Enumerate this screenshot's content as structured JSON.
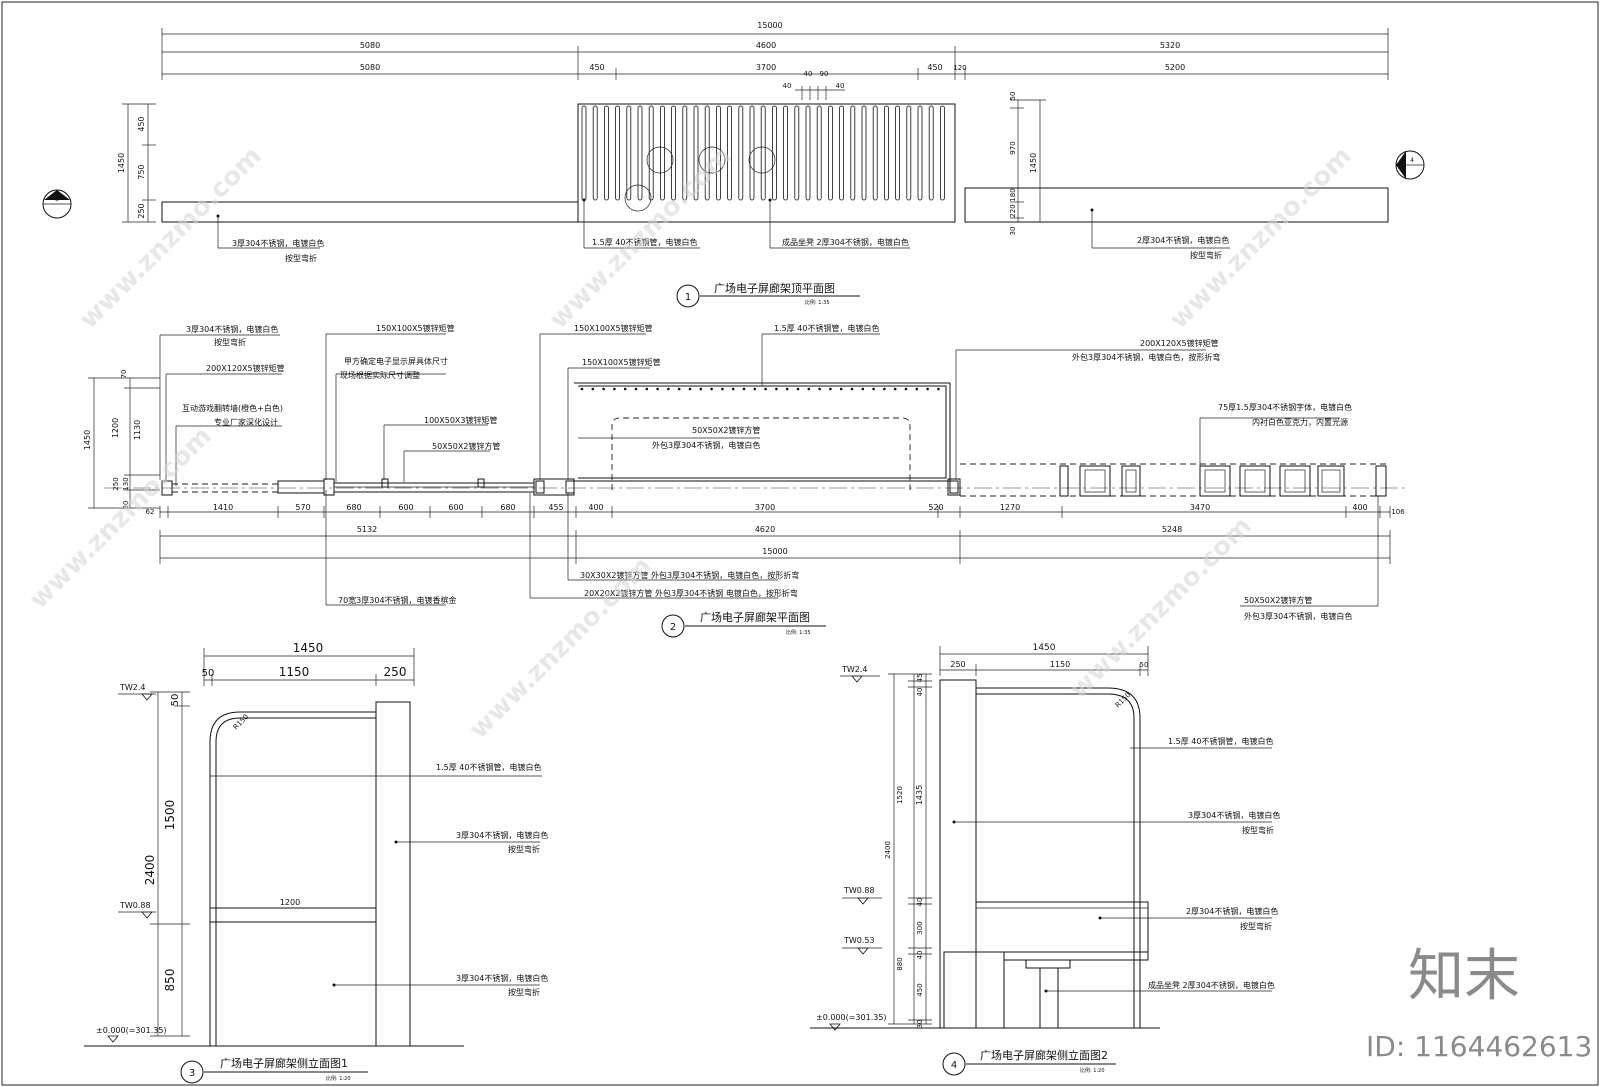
{
  "plan1": {
    "dims_top": [
      "15000",
      "5080",
      "4600",
      "5320",
      "5080",
      "450",
      "3700",
      "450",
      "120",
      "5200",
      "40",
      "40",
      "90",
      "40"
    ],
    "dims_left": [
      "1450",
      "450",
      "750",
      "250"
    ],
    "dims_right": [
      "50",
      "970",
      "180",
      "220",
      "30",
      "1450"
    ],
    "notes": {
      "a1": "3厚304不锈钢，电镀白色",
      "a2": "按型弯折",
      "b": "1.5厚  40不锈钢管，电镀白色",
      "c": "成品坐凳 2厚304不锈钢，电镀白色",
      "d1": "2厚304不锈钢，电镀白色",
      "d2": "按型弯折"
    },
    "title_no": "1",
    "title": "广场电子屏廊架顶平面图",
    "scale": "比例: 1:35"
  },
  "plan2": {
    "notes": {
      "n1": "3厚304不锈钢，电镀白色",
      "n2": "按型弯折",
      "n3": "200X120X5镀锌矩管",
      "n4": "互动游戏翻转墙(橙色+白色)",
      "n5": "专业厂家深化设计",
      "n6": "150X100X5镀锌矩管",
      "n7": "甲方确定电子显示屏具体尺寸",
      "n8": "现场根据实际尺寸调整",
      "n9": "100X50X3镀锌矩管",
      "n10": "50X50X2镀锌方管",
      "n11": "150X100X5镀锌矩管",
      "n12": "150X100X5镀锌矩管",
      "n13": "1.5厚  40不锈钢管，电镀白色",
      "n14": "50X50X2镀锌方管",
      "n15": "外包3厚304不锈钢，电镀白色",
      "n16": "200X120X5镀锌矩管",
      "n17": "外包3厚304不锈钢，电镀白色，按形折弯",
      "n18": "75厚1.5厚304不锈钢字体，电镀白色",
      "n19": "内衬白色亚克力，内置光源",
      "n20": "30X30X2镀锌方管 外包3厚304不锈钢，电镀白色，按形折弯",
      "n21": "20X20X2镀锌方管 外包3厚304不锈钢 电镀白色，按形折弯",
      "n22": "70宽3厚304不锈钢，电镀香槟金",
      "n23": "50X50X2镀锌方管",
      "n24": "外包3厚304不锈钢，电镀白色"
    },
    "dims_left": [
      "1450",
      "70",
      "1200",
      "1130",
      "250",
      "130",
      "30"
    ],
    "dims_row1": [
      "62",
      "1410",
      "570",
      "680",
      "600",
      "600",
      "680",
      "455",
      "400",
      "3700",
      "520",
      "1270",
      "3470",
      "400",
      "106"
    ],
    "dims_row2": [
      "5132",
      "4620",
      "5248"
    ],
    "dims_row3": [
      "15000"
    ],
    "title_no": "2",
    "title": "广场电子屏廊架平面图",
    "scale": "比例: 1:35"
  },
  "elev3": {
    "dims_top": [
      "1450",
      "50",
      "1150",
      "250"
    ],
    "dims_left": [
      "50",
      "1500",
      "2400",
      "850"
    ],
    "levels": [
      "TW2.4",
      "TW0.88",
      "±0.000(=301.35)"
    ],
    "radius": "R150",
    "seat_width": "1200",
    "notes": {
      "a": "1.5厚  40不锈钢管，电镀白色",
      "b1": "3厚304不锈钢，电镀白色",
      "b2": "按型弯折",
      "c1": "3厚304不锈钢，电镀白色",
      "c2": "按型弯折"
    },
    "title_no": "3",
    "title": "广场电子屏廊架侧立面图1",
    "scale": "比例: 1:20"
  },
  "elev4": {
    "dims_top": [
      "1450",
      "250",
      "1150",
      "50"
    ],
    "dims_left_inner": [
      "45",
      "40",
      "1435",
      "40",
      "300",
      "40",
      "450",
      "30"
    ],
    "dims_left_outer": [
      "1520",
      "2400",
      "880"
    ],
    "levels": [
      "TW2.4",
      "TW0.88",
      "TW0.53",
      "±0.000(=301.35)"
    ],
    "radius": "R150",
    "notes": {
      "a": "1.5厚  40不锈钢管，电镀白色",
      "b1": "3厚304不锈钢，电镀白色",
      "b2": "按型弯折",
      "c1": "2厚304不锈钢，电镀白色",
      "c2": "按型弯折",
      "d": "成品坐凳 2厚304不锈钢，电镀白色"
    },
    "title_no": "4",
    "title": "广场电子屏廊架侧立面图2",
    "scale": "比例: 1:20"
  },
  "section_marks": [
    "3",
    "4"
  ],
  "watermark": {
    "text": "www.znzmo.com",
    "logo": "知末",
    "id": "ID: 1164462613"
  }
}
